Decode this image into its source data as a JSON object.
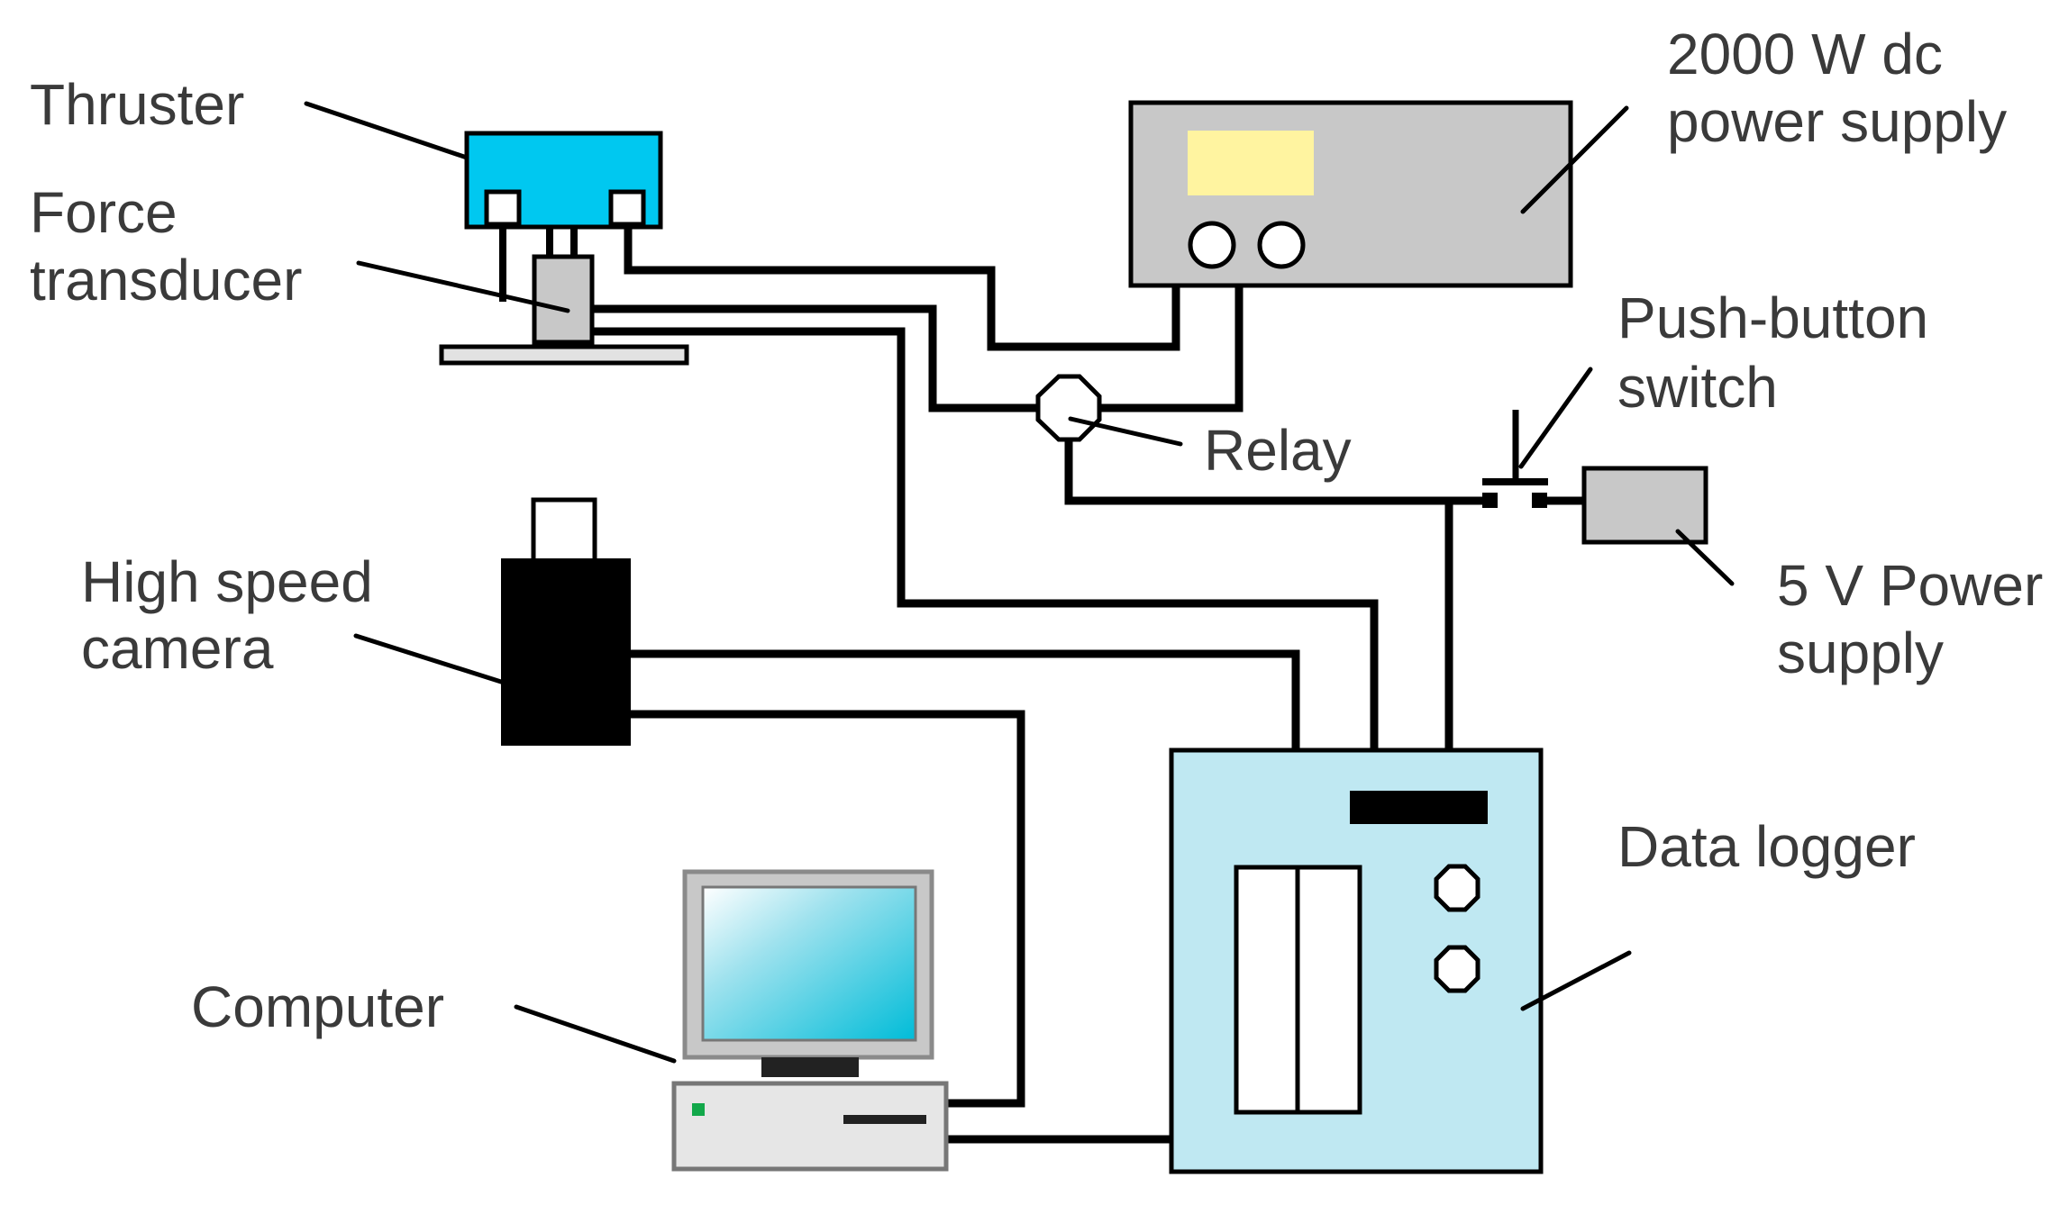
{
  "labels": {
    "thruster": "Thruster",
    "force_transducer": [
      "Force",
      "transducer"
    ],
    "dc_power_supply": [
      "2000 W dc",
      "power supply"
    ],
    "push_button_switch": [
      "Push-button",
      "switch"
    ],
    "relay": "Relay",
    "high_speed_camera": [
      "High speed",
      "camera"
    ],
    "five_v_power_supply": [
      "5 V Power",
      "supply"
    ],
    "data_logger": "Data logger",
    "computer": "Computer"
  },
  "colors": {
    "thruster": "#00c8f0",
    "data_logger": "#bfe8f2",
    "device_gray": "#c8c8c8",
    "display_yellow": "#fff4a0",
    "camera": "#000000",
    "monitor_screen": "#5fd0e6"
  }
}
